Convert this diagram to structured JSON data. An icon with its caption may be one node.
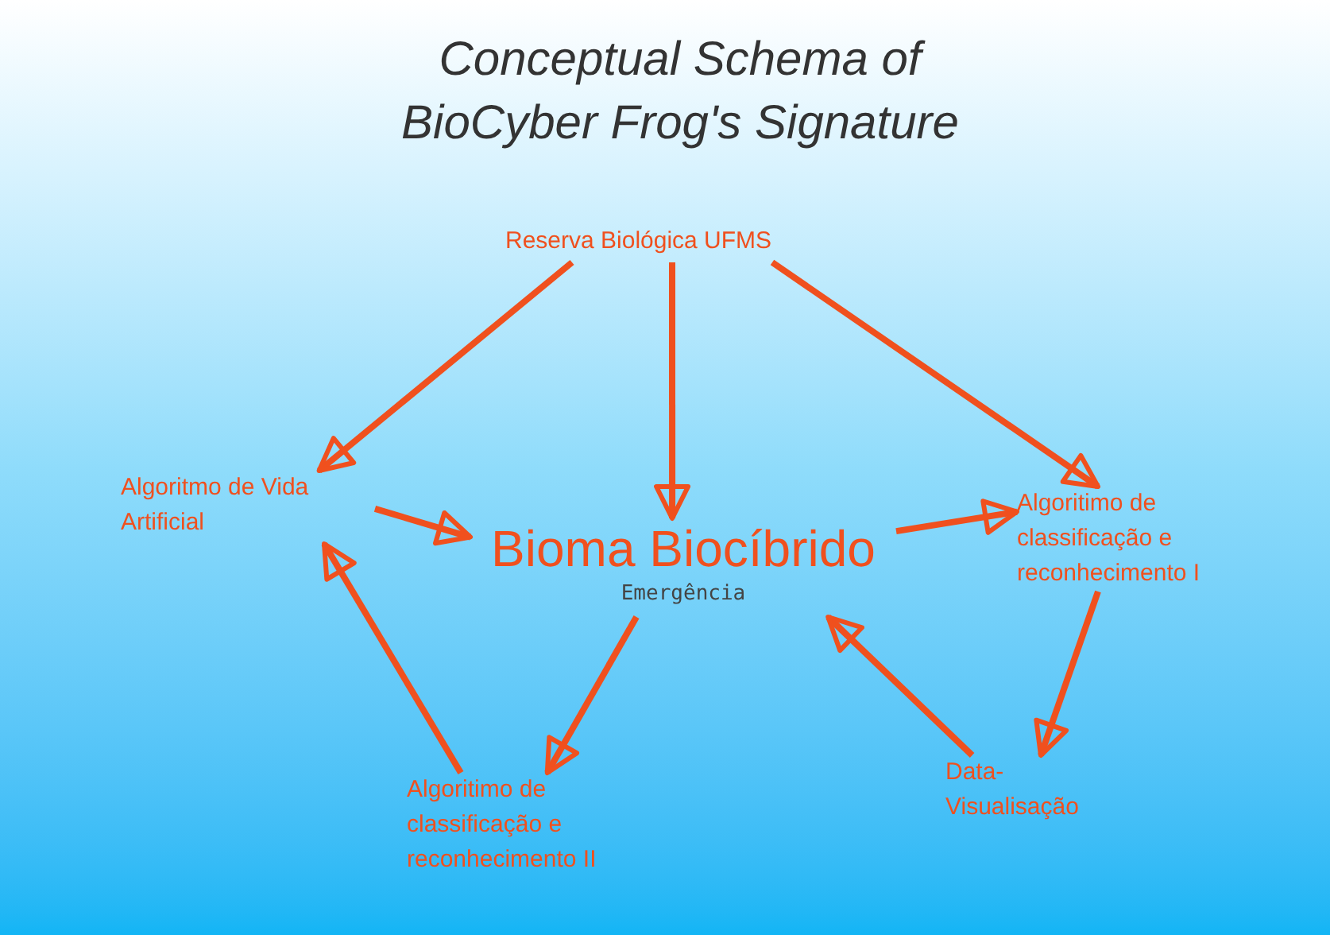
{
  "diagram": {
    "title": "Conceptual Schema of BioCyber Frog's Signature",
    "nodes": [
      {
        "text": [
          "Reserva Biológica UFMS"
        ]
      },
      {
        "text": [
          "Algoritmo de Vida Artificial"
        ]
      },
      {
        "text": [
          "Bioma Biocíbrido",
          "Emergência"
        ]
      },
      {
        "text": [
          "Algoritimo de classificação e reconhecimento I"
        ]
      },
      {
        "text": [
          "Data-Visualisação"
        ]
      },
      {
        "text": [
          "Algoritimo de classificação e reconhecimento II"
        ]
      }
    ],
    "edges": [
      {
        "from": 0,
        "to": 1,
        "arrow": "to"
      },
      {
        "from": 0,
        "to": 2,
        "arrow": "to"
      },
      {
        "from": 0,
        "to": 3,
        "arrow": "to"
      },
      {
        "from": 1,
        "to": 2,
        "arrow": "to"
      },
      {
        "from": 2,
        "to": 3,
        "arrow": "to"
      },
      {
        "from": 3,
        "to": 4,
        "arrow": "to"
      },
      {
        "from": 4,
        "to": 2,
        "arrow": "to"
      },
      {
        "from": 2,
        "to": 5,
        "arrow": "to"
      },
      {
        "from": 5,
        "to": 1,
        "arrow": "to"
      }
    ]
  }
}
